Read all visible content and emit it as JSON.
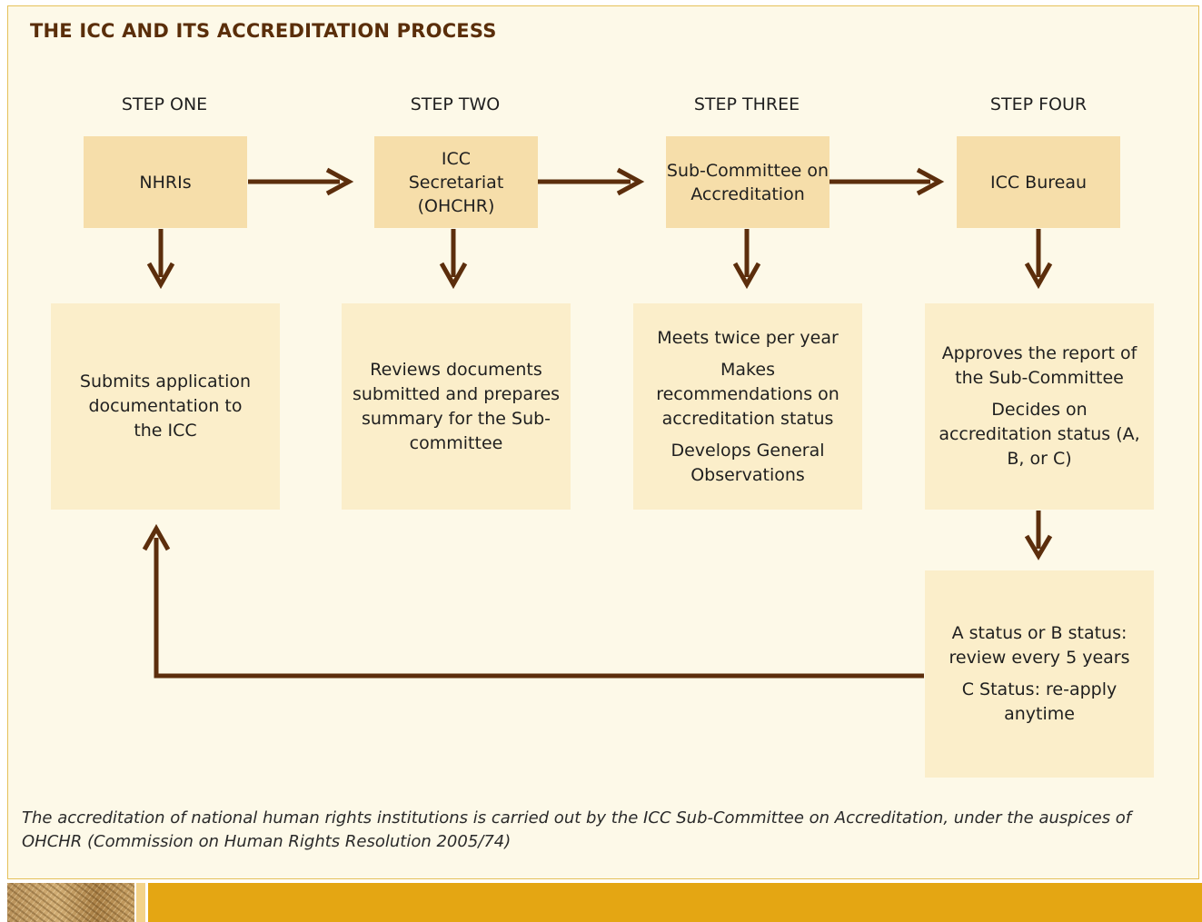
{
  "title": "THE ICC AND ITS ACCREDITATION PROCESS",
  "steps": [
    {
      "label": "STEP ONE",
      "actor": "NHRIs",
      "detail": [
        "Submits application documentation to the ICC"
      ]
    },
    {
      "label": "STEP TWO",
      "actor": "ICC Secretariat (OHCHR)",
      "detail": [
        "Reviews documents submitted and prepares summary for the Sub-committee"
      ]
    },
    {
      "label": "STEP THREE",
      "actor": "Sub-Committee on Accreditation",
      "detail": [
        "Meets twice per year",
        "Makes recommendations on accreditation status",
        "Develops General Observations"
      ]
    },
    {
      "label": "STEP FOUR",
      "actor": "ICC Bureau",
      "detail": [
        "Approves the report of the Sub-Committee",
        "Decides on accreditation status (A, B, or C)"
      ]
    }
  ],
  "outcome": [
    "A status or B status: review every 5 years",
    "C Status: re-apply anytime"
  ],
  "caption": "The accreditation of national human rights institutions is carried out by the ICC Sub-Committee on Accreditation, under the auspices of OHCHR (Commission on Human Rights Resolution 2005/74)",
  "colors": {
    "arrow": "#5c2e0c",
    "title": "#5a2e0a",
    "actor_box": "#f6deaa",
    "detail_box": "#fbeeca",
    "panel": "#fdf9e8",
    "footer": "#e4a613"
  }
}
